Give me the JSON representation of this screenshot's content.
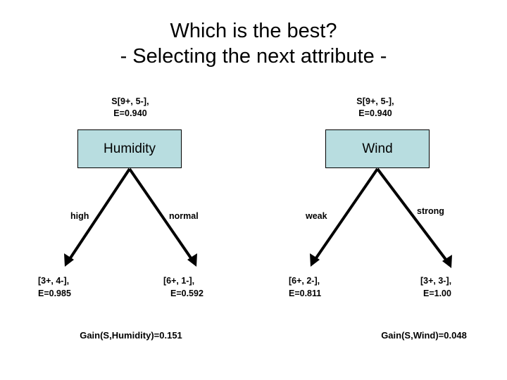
{
  "slide": {
    "title_lines": [
      "Which is the best?",
      "- Selecting the next attribute -"
    ],
    "background_color": "#ffffff",
    "node_fill_color": "#b8dde0",
    "node_border_color": "#000000",
    "edge_color": "#000000"
  },
  "subtrees": [
    {
      "id": "humidity",
      "root_stats": "S[9+, 5-],\nE=0.940",
      "root_stats_line1": "S[9+, 5-],",
      "root_stats_line2": "E=0.940",
      "attribute_label": "Humidity",
      "branches": [
        {
          "edge_label": "high",
          "leaf_line1": "[3+, 4-],",
          "leaf_line2": "E=0.985"
        },
        {
          "edge_label": "normal",
          "leaf_line1": "[6+, 1-],",
          "leaf_line2": "E=0.592"
        }
      ],
      "gain_text": "Gain(S,Humidity)=0.151"
    },
    {
      "id": "wind",
      "root_stats": "S[9+, 5-],\nE=0.940",
      "root_stats_line1": "S[9+, 5-],",
      "root_stats_line2": "E=0.940",
      "attribute_label": "Wind",
      "branches": [
        {
          "edge_label": "weak",
          "leaf_line1": "[6+, 2-],",
          "leaf_line2": "E=0.811"
        },
        {
          "edge_label": "strong",
          "leaf_line1": "[3+, 3-],",
          "leaf_line2": "E=1.00"
        }
      ],
      "gain_text": "Gain(S,Wind)=0.048"
    }
  ]
}
